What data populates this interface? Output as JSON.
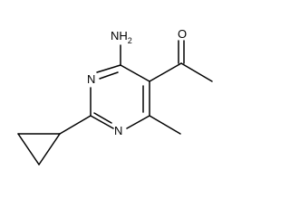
{
  "molecule": {
    "atom_labels": {
      "amino": {
        "symbol": "NH",
        "subscript": "2"
      },
      "n_ring_upper": "N",
      "n_ring_lower": "N",
      "carbonyl_o": "O"
    },
    "colors": {
      "bond": "#000000",
      "text": "#000000",
      "background": "#ffffff"
    }
  }
}
